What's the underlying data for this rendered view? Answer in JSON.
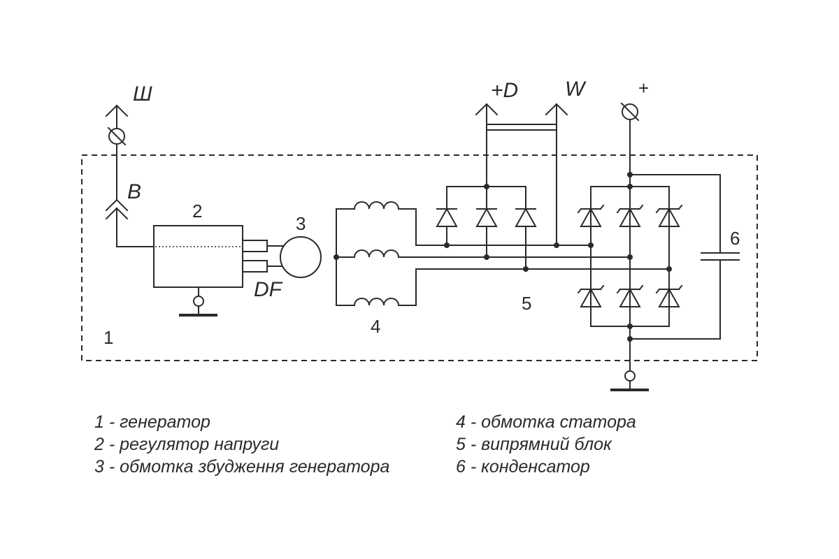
{
  "labels": {
    "sh": "Ш",
    "b": "B",
    "df": "DF",
    "plus_d": "+D",
    "w": "W",
    "plus": "+",
    "n1": "1",
    "n2": "2",
    "n3": "3",
    "n4": "4",
    "n5": "5",
    "n6": "6"
  },
  "legend": {
    "left": [
      "1 - генератор",
      "2 - регулятор напруги",
      "3 - обмотка збудження генератора"
    ],
    "right": [
      "4 - обмотка статора",
      "5 - випрямний блок",
      "6 - конденсатор"
    ]
  }
}
